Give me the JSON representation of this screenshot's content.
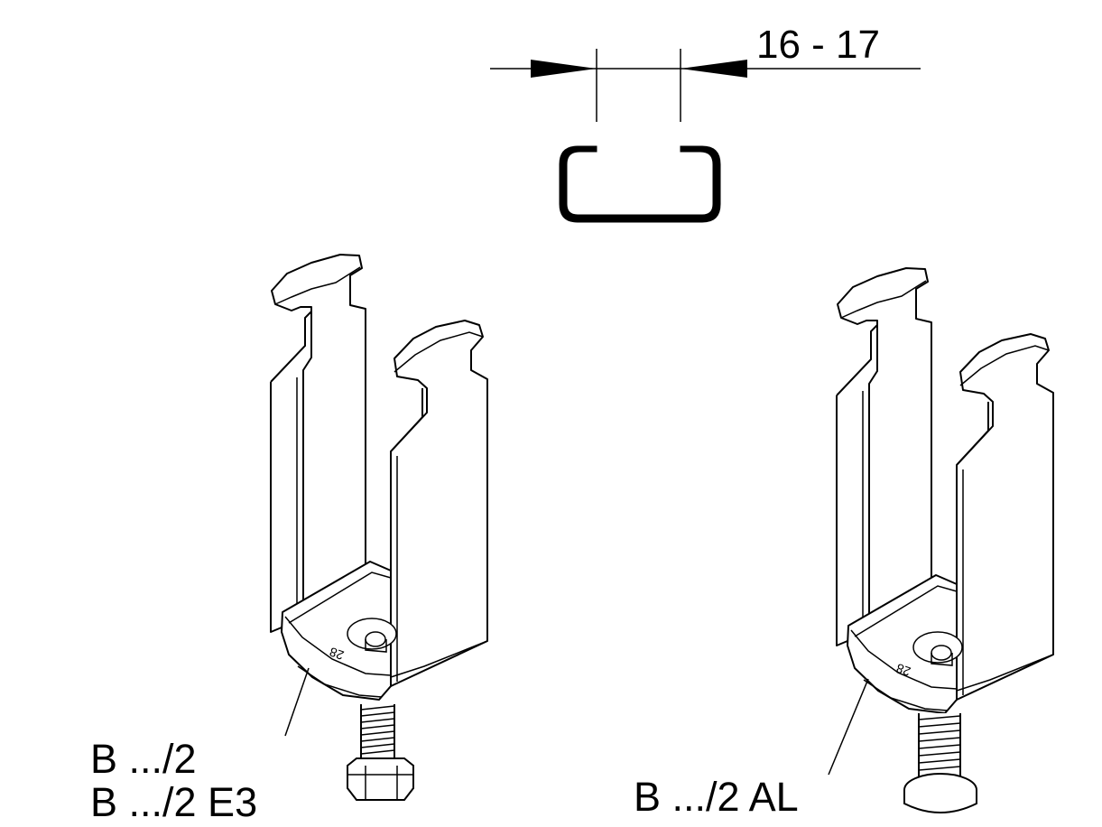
{
  "dimension": {
    "text": "16 - 17"
  },
  "labels": {
    "left_line1": "B .../2",
    "left_line2": "B .../2 E3",
    "right": "B .../2 AL"
  },
  "part_marking": "28",
  "colors": {
    "line": "#000000",
    "background": "#ffffff"
  }
}
